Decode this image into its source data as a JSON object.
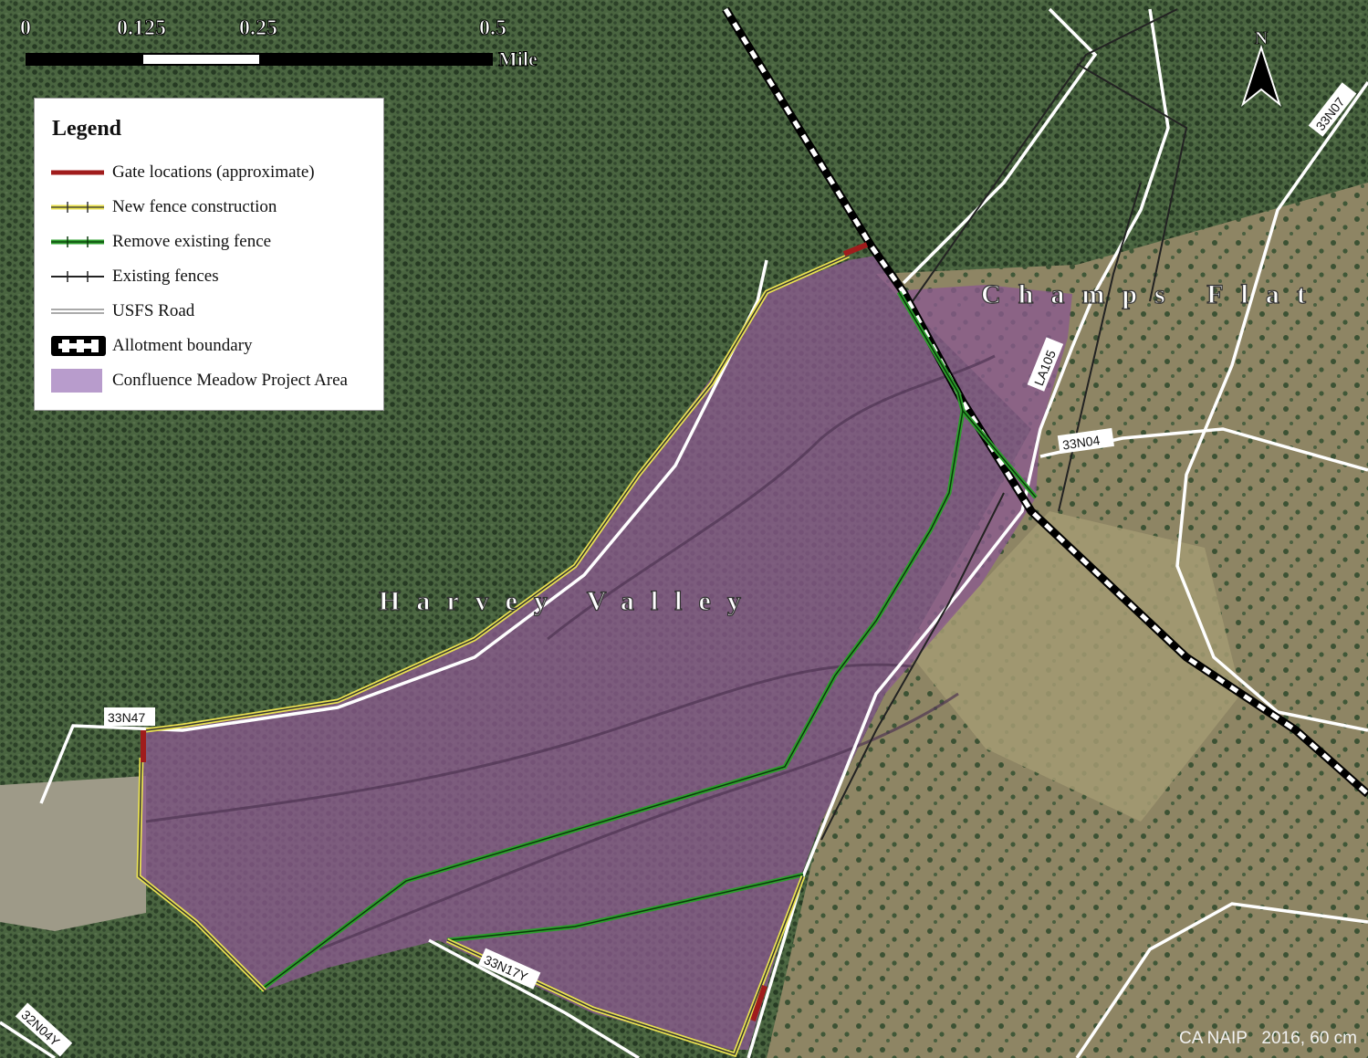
{
  "scalebar": {
    "ticks": [
      "0",
      "0.125",
      "0.25",
      "0.5"
    ],
    "unit": "Mile"
  },
  "legend": {
    "title": "Legend",
    "items": [
      {
        "label": "Gate locations (approximate)",
        "color": "#a01c1c",
        "symbol": "gate-line"
      },
      {
        "label": "New fence construction",
        "color": "#e8e050",
        "symbol": "fence-line"
      },
      {
        "label": "Remove existing fence",
        "color": "#2e9e2e",
        "symbol": "fence-line"
      },
      {
        "label": "Existing fences",
        "color": "#222222",
        "symbol": "fence-line"
      },
      {
        "label": "USFS Road",
        "color": "#ffffff",
        "symbol": "double-line"
      },
      {
        "label": "Allotment boundary",
        "color": "#000000",
        "symbol": "checker-line"
      },
      {
        "label": "Confluence Meadow Project Area",
        "color": "#b89ccc",
        "symbol": "area-fill"
      }
    ]
  },
  "places": {
    "harvey_valley": "Harvey Valley",
    "champs_flat": "Champs Flat"
  },
  "roads": {
    "r33n47": "33N47",
    "r33n04": "33N04",
    "r33n07": "33N07",
    "la105": "LA105",
    "r33n17y": "33N17Y",
    "r32n04y": "32N04Y"
  },
  "north_arrow": {
    "label": "N"
  },
  "credit": "CA NAIP   2016, 60 cm",
  "colors": {
    "forest": "#3f5a36",
    "meadow": "#9a8e6a",
    "project_area": "#8a5a8e",
    "gate": "#a01c1c",
    "new_fence": "#e8e050",
    "remove_fence": "#2e9e2e"
  }
}
